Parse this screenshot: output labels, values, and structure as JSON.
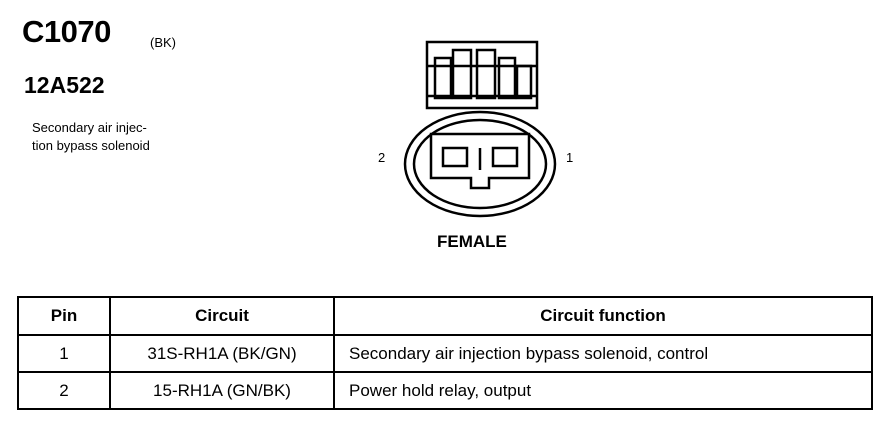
{
  "header": {
    "connector_id": "C1070",
    "color_code": "(BK)",
    "part_number": "12A522",
    "description": "Secondary air injec-\ntion bypass solenoid"
  },
  "connector": {
    "pin_left_label": "2",
    "pin_right_label": "1",
    "gender": "FEMALE"
  },
  "table": {
    "headers": {
      "pin": "Pin",
      "circuit": "Circuit",
      "function": "Circuit function"
    },
    "rows": [
      {
        "pin": "1",
        "circuit": "31S-RH1A (BK/GN)",
        "function": "Secondary air injection bypass solenoid, control"
      },
      {
        "pin": "2",
        "circuit": "15-RH1A (GN/BK)",
        "function": "Power hold relay, output"
      }
    ]
  }
}
